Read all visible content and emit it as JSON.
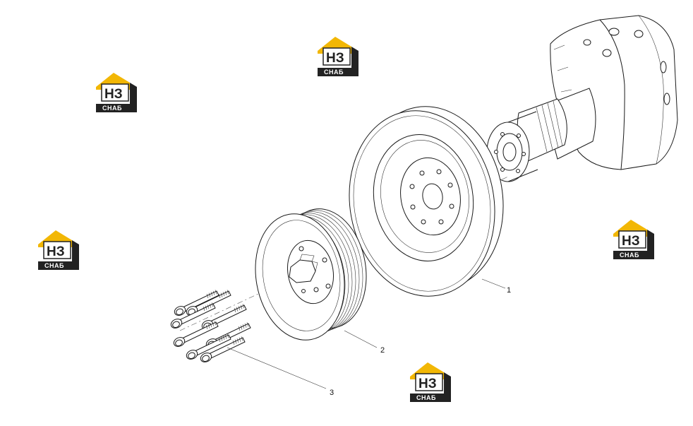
{
  "diagram": {
    "callouts": [
      {
        "id": "1",
        "label": "1"
      },
      {
        "id": "2",
        "label": "2"
      },
      {
        "id": "3",
        "label": "3"
      }
    ]
  },
  "watermark": {
    "logo_main": "НЗ",
    "logo_sub": "СНАБ",
    "accent_color": "#f2b705",
    "dark_color": "#222222"
  }
}
